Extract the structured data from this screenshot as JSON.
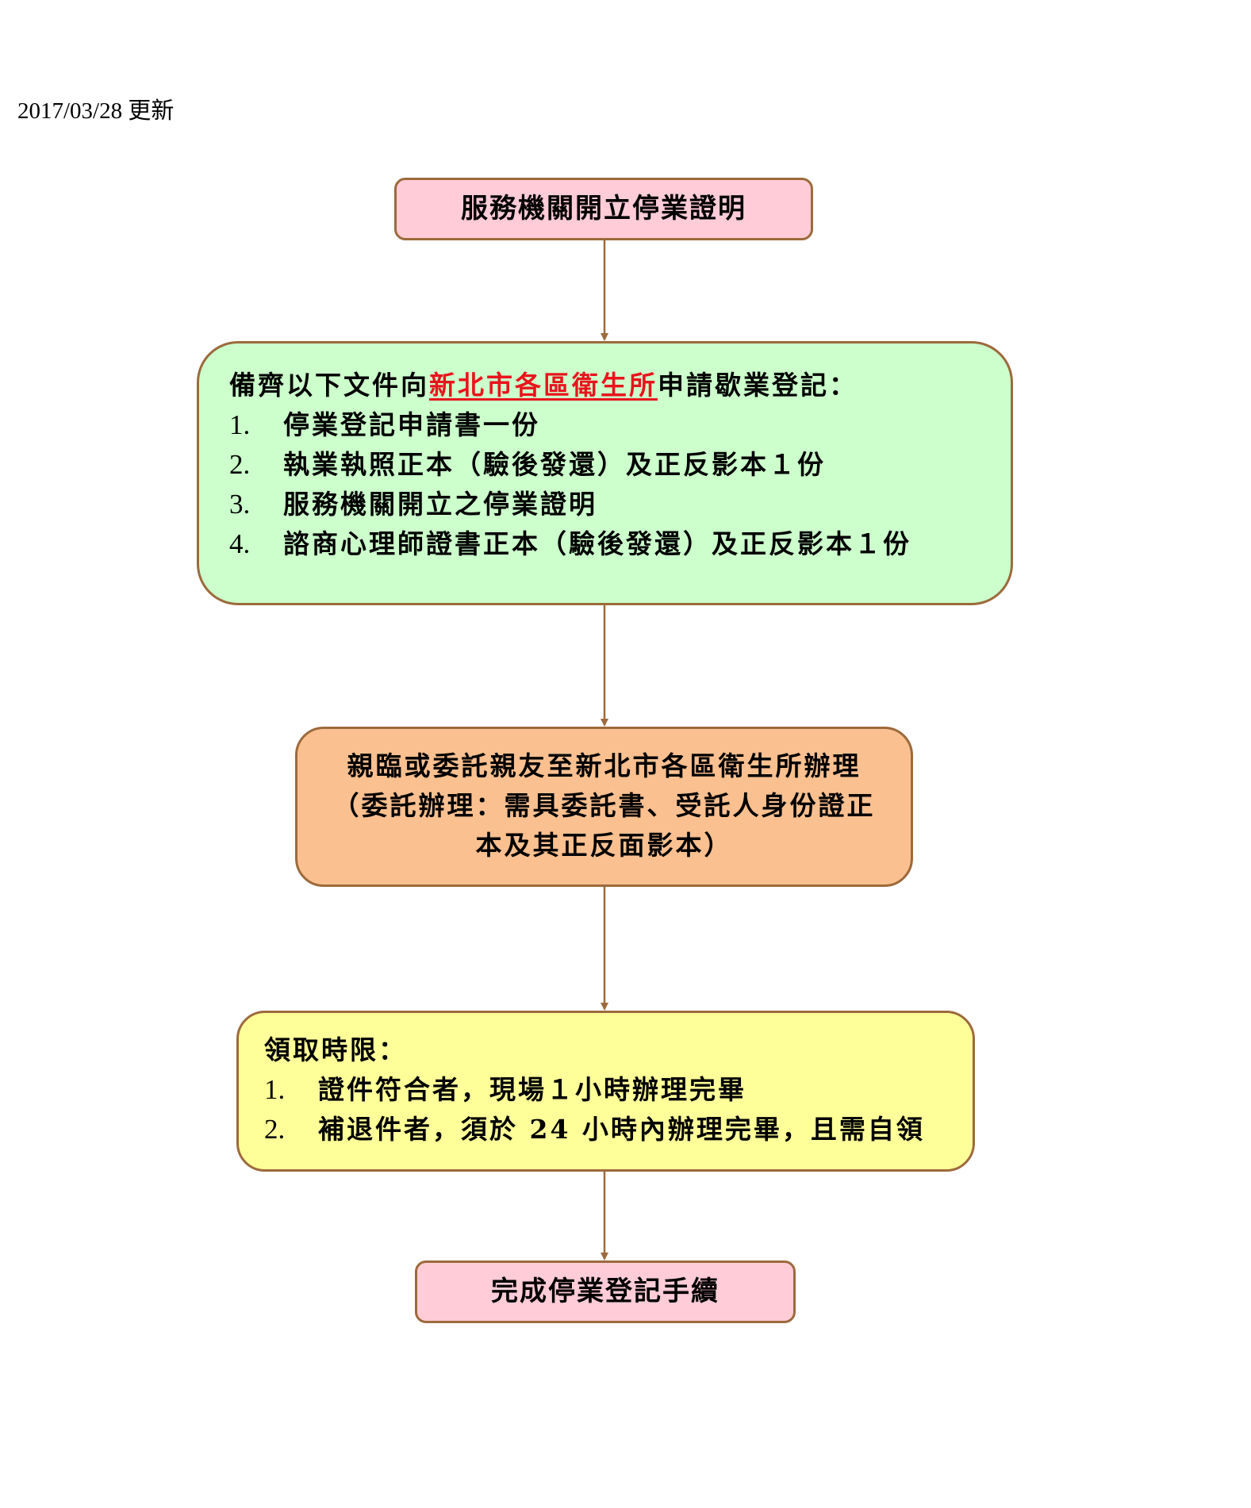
{
  "update_date": "2017/03/28 更新",
  "steps": {
    "step1": {
      "text": "服務機關開立停業證明"
    },
    "step2": {
      "intro_before": "備齊以下文件向",
      "intro_highlight": "新北市各區衛生所",
      "intro_after": "申請歇業登記：",
      "items": [
        {
          "num": "1.",
          "text": "停業登記申請書一份"
        },
        {
          "num": "2.",
          "text": "執業執照正本（驗後發還）及正反影本１份"
        },
        {
          "num": "3.",
          "text": "服務機關開立之停業證明"
        },
        {
          "num": "4.",
          "text": "諮商心理師證書正本（驗後發還）及正反影本１份"
        }
      ]
    },
    "step3": {
      "lines": [
        "親臨或委託親友至新北市各區衛生所辦理",
        "（委託辦理：需具委託書、受託人身份證正",
        "本及其正反面影本）"
      ]
    },
    "step4": {
      "title": "領取時限：",
      "items": [
        {
          "num": "1.",
          "text": "證件符合者，現場１小時辦理完畢"
        },
        {
          "num": "2.",
          "text": "補退件者，須於 24 小時內辦理完畢，且需自領"
        }
      ]
    },
    "step5": {
      "text": "完成停業登記手續"
    }
  },
  "colors": {
    "border": "#9c6a3c",
    "arrow": "#9c6a3c",
    "pink_box": "#ffccd8",
    "green_box": "#ccffcc",
    "orange_box": "#fac090",
    "yellow_box": "#ffff99",
    "highlight_red": "#e8141c"
  }
}
